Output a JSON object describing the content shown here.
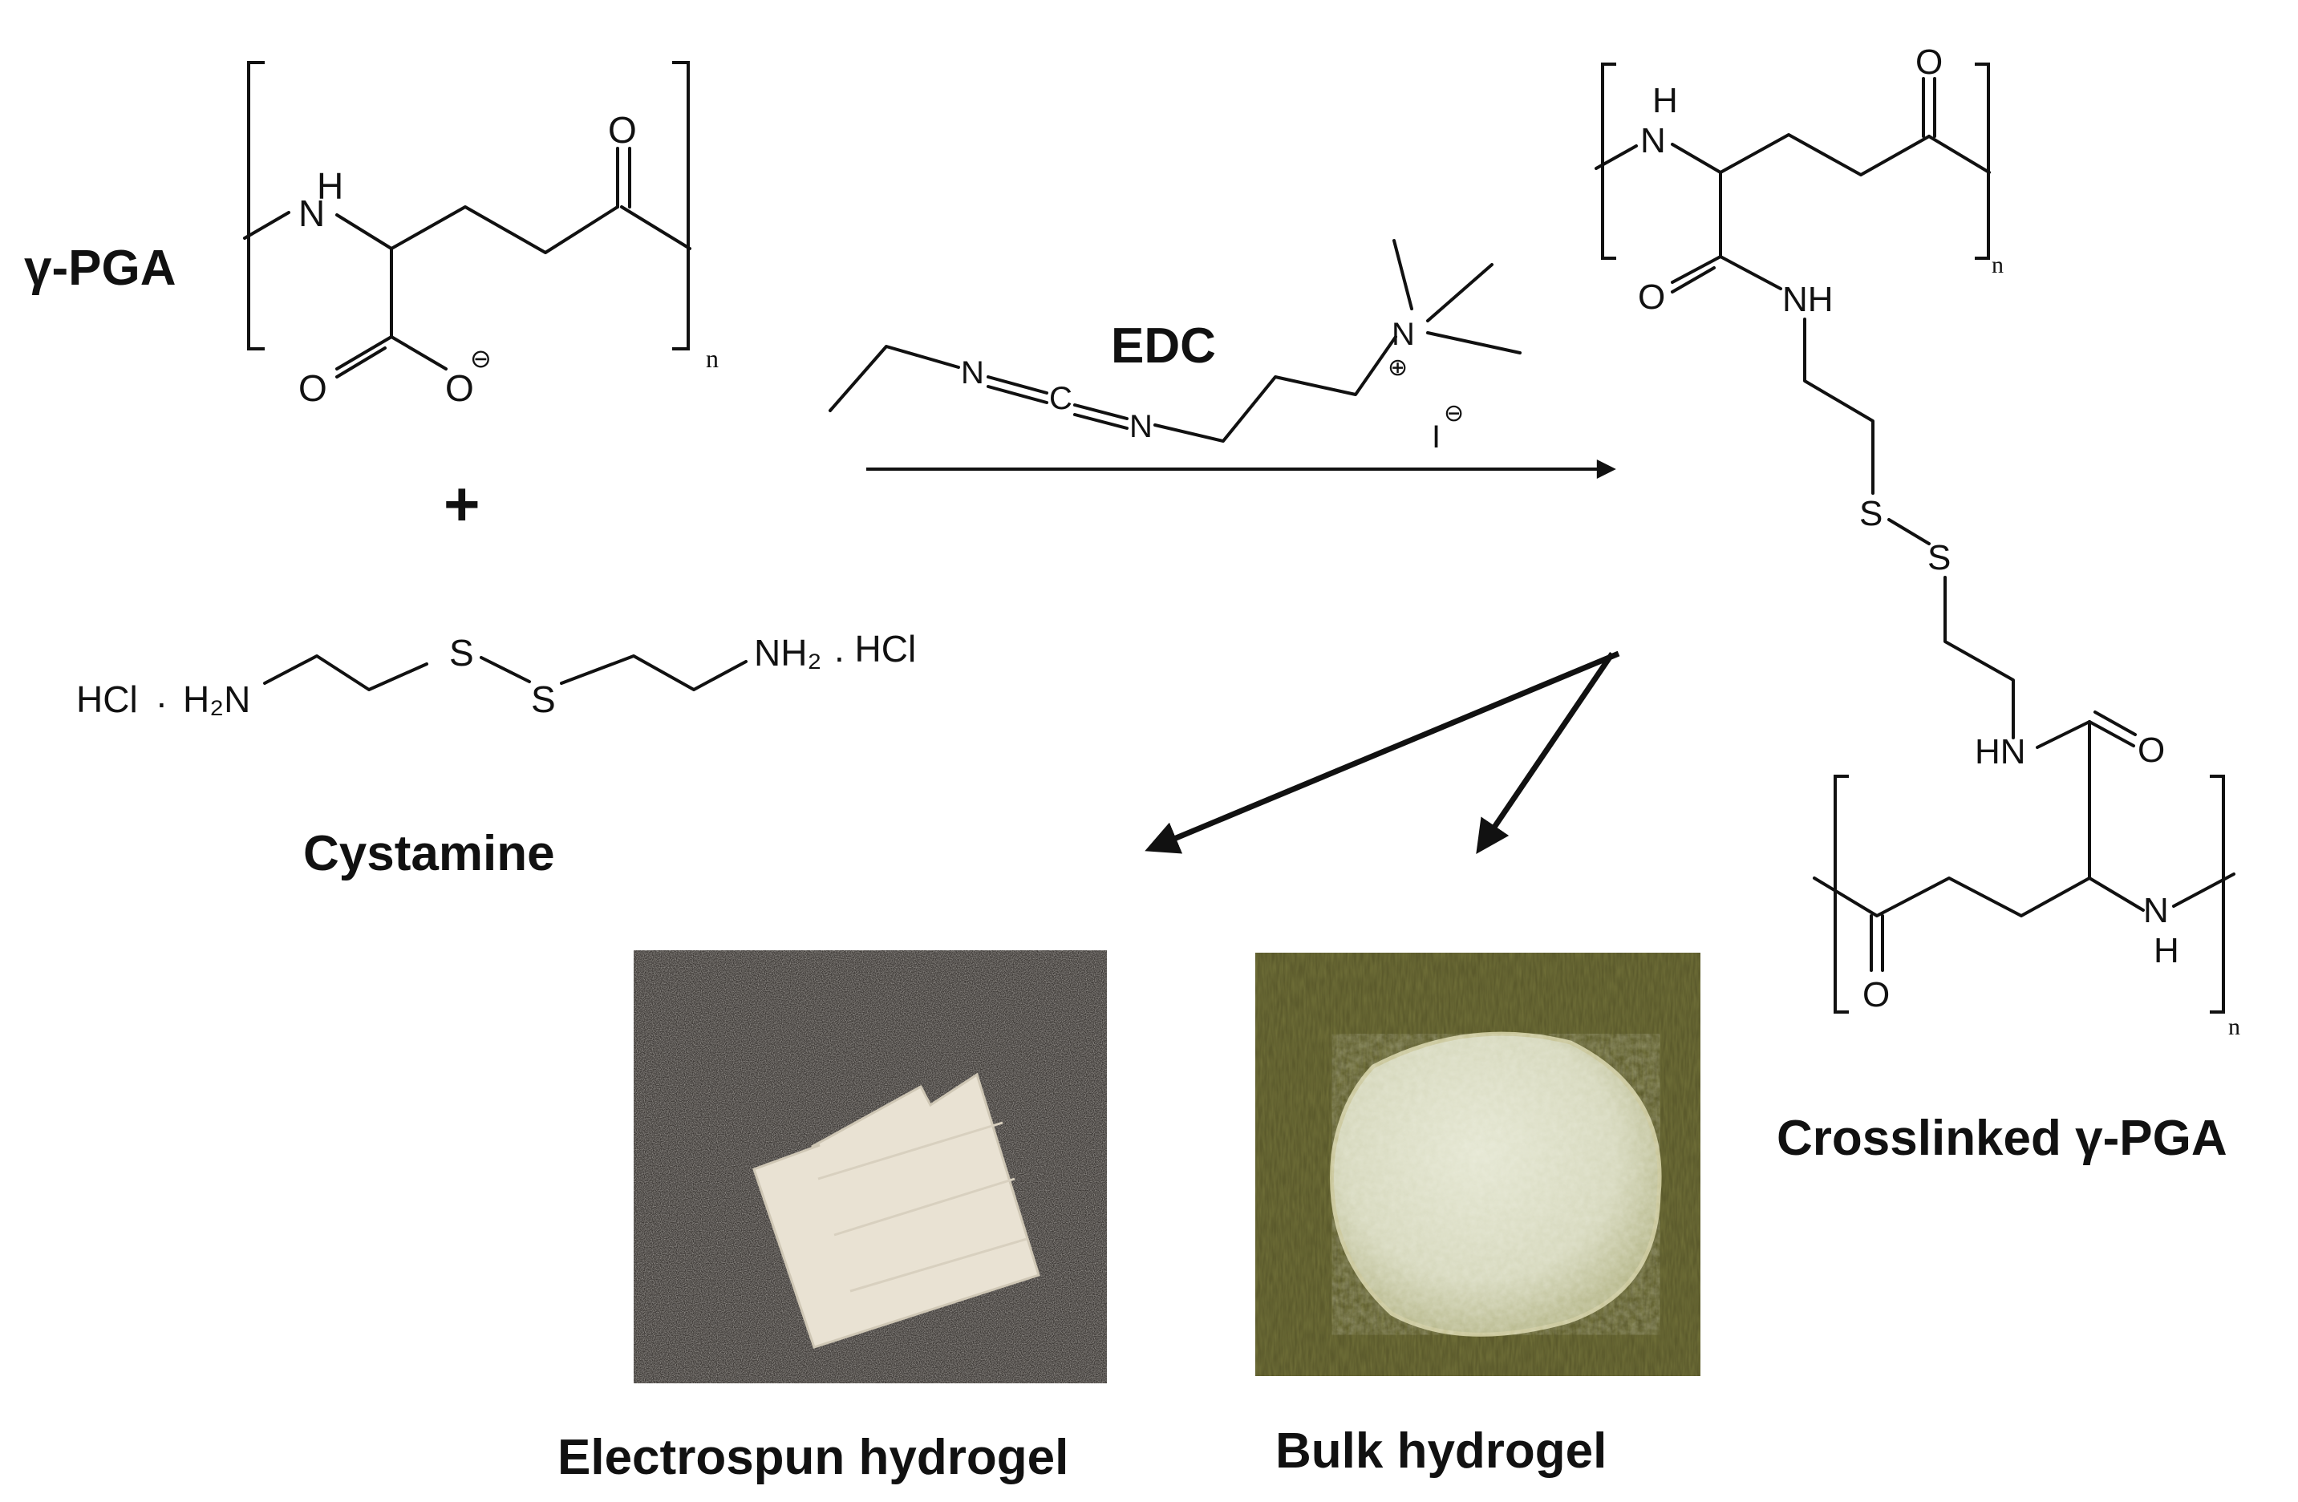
{
  "labels": {
    "pga": "γ-PGA",
    "plus": "+",
    "cystamine": "Cystamine",
    "edc": "EDC",
    "crosslinked": "Crosslinked γ-PGA",
    "electrospun": "Electrospun hydrogel",
    "bulk": "Bulk hydrogel"
  },
  "atoms": {
    "H": "H",
    "N": "N",
    "O": "O",
    "C": "C",
    "S": "S",
    "NH": "NH",
    "HN": "HN",
    "n": "n",
    "minus": "⊖",
    "plus_charge": "⊕",
    "iodide": "I",
    "hcl_left": "HCl",
    "dot": ".",
    "h2n": "H₂N",
    "nh2": "NH₂",
    "hcl_right": ". HCl"
  },
  "colors": {
    "ink": "#111111",
    "electrospun_bg": "#3a3633",
    "electrospun_sheet": "#e9e2d3",
    "bulk_bg": "#5b5a2c",
    "bulk_disc": "#d9dbc2"
  }
}
